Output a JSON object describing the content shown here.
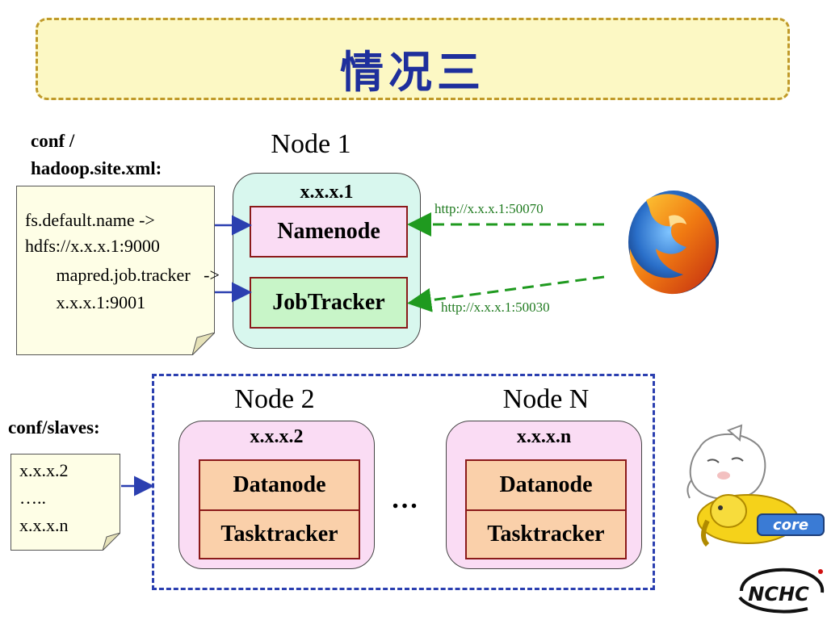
{
  "title": "情况三",
  "conf_site": {
    "label_line1": "conf /",
    "label_line2": "hadoop.site.xml:",
    "lines": [
      "fs.default.name ->",
      "hdfs://x.x.x.1:9000",
      "       mapred.job.tracker   ->",
      "       x.x.x.1:9001"
    ]
  },
  "node1": {
    "title": "Node 1",
    "ip": "x.x.x.1",
    "services": [
      "Namenode",
      "JobTracker"
    ]
  },
  "urls": {
    "namenode": "http://x.x.x.1:50070",
    "jobtracker": "http://x.x.x.1:50030"
  },
  "conf_slaves": {
    "label": "conf/slaves:",
    "lines": [
      "x.x.x.2",
      "…..",
      "x.x.x.n"
    ]
  },
  "node2": {
    "title": "Node 2",
    "ip": "x.x.x.2",
    "services": [
      "Datanode",
      "Tasktracker"
    ]
  },
  "nodeN": {
    "title": "Node N",
    "ip": "x.x.x.n",
    "services": [
      "Datanode",
      "Tasktracker"
    ]
  },
  "ellipsis": "…",
  "logos": {
    "browser_icon": "firefox-icon",
    "mascot_icon": "hadoop-mascot-icon",
    "mascot_text": "core",
    "org_text": "NCHC"
  },
  "colors": {
    "title_text": "#1e2f9c",
    "node1_fill": "#d8f7ee",
    "slave_fill": "#fadcf4",
    "namenode_fill": "#fadcf4",
    "jobtracker_fill": "#c8f5c8",
    "datanode_fill": "#fad0aa",
    "arrow_blue": "#2b3fb0",
    "arrow_green": "#1f9a1f"
  }
}
